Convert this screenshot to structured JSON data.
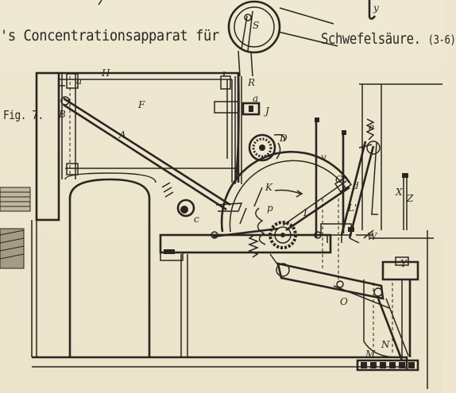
{
  "captions": {
    "left": "'s Concentrationsapparat für",
    "right": "Schwefelsäure.",
    "right_suffix": "(3-6)",
    "figure": "Fig. 7."
  },
  "labels": {
    "a_top": "a",
    "b": "B",
    "a_mid": "a",
    "f": "F",
    "s": "S",
    "r": "R",
    "j": "J",
    "d_upper": "D",
    "v": "v",
    "e": "e",
    "a_arm": "A",
    "k": "K",
    "c_small": "c",
    "p": "p",
    "c_right": "C",
    "d_right": "d",
    "l": "L",
    "l_prime": "L'",
    "x": "X",
    "z": "Z",
    "w": "W",
    "y": "Y",
    "o": "O",
    "m": "M",
    "n": "N",
    "top_h": "H",
    "top_y": "y"
  }
}
